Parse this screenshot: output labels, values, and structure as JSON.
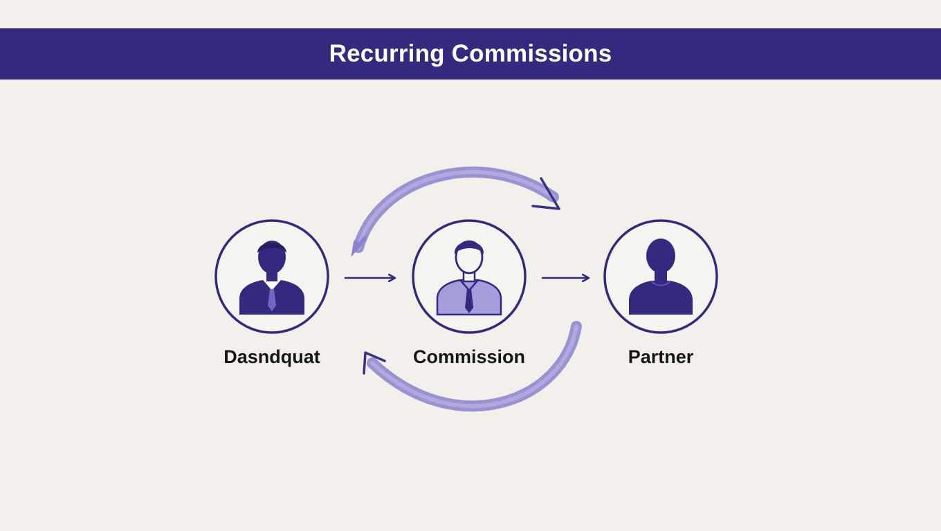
{
  "header": {
    "title": "Recurring Commissions",
    "color": "#33297f"
  },
  "diagram": {
    "nodes": [
      {
        "id": "node-1",
        "label": "Dasndquat",
        "icon": "businessman-tie-icon"
      },
      {
        "id": "node-2",
        "label": "Commission",
        "icon": "employee-tie-icon"
      },
      {
        "id": "node-3",
        "label": "Partner",
        "icon": "person-silhouette-icon"
      }
    ],
    "edges": [
      {
        "from": "node-1",
        "to": "node-2"
      },
      {
        "from": "node-2",
        "to": "node-3"
      }
    ],
    "cycle": {
      "direction": "clockwise"
    },
    "colors": {
      "stroke": "#33297f",
      "fill_dark": "#33297f",
      "fill_light": "#9d96d6",
      "arc": "#8a83cf"
    }
  }
}
